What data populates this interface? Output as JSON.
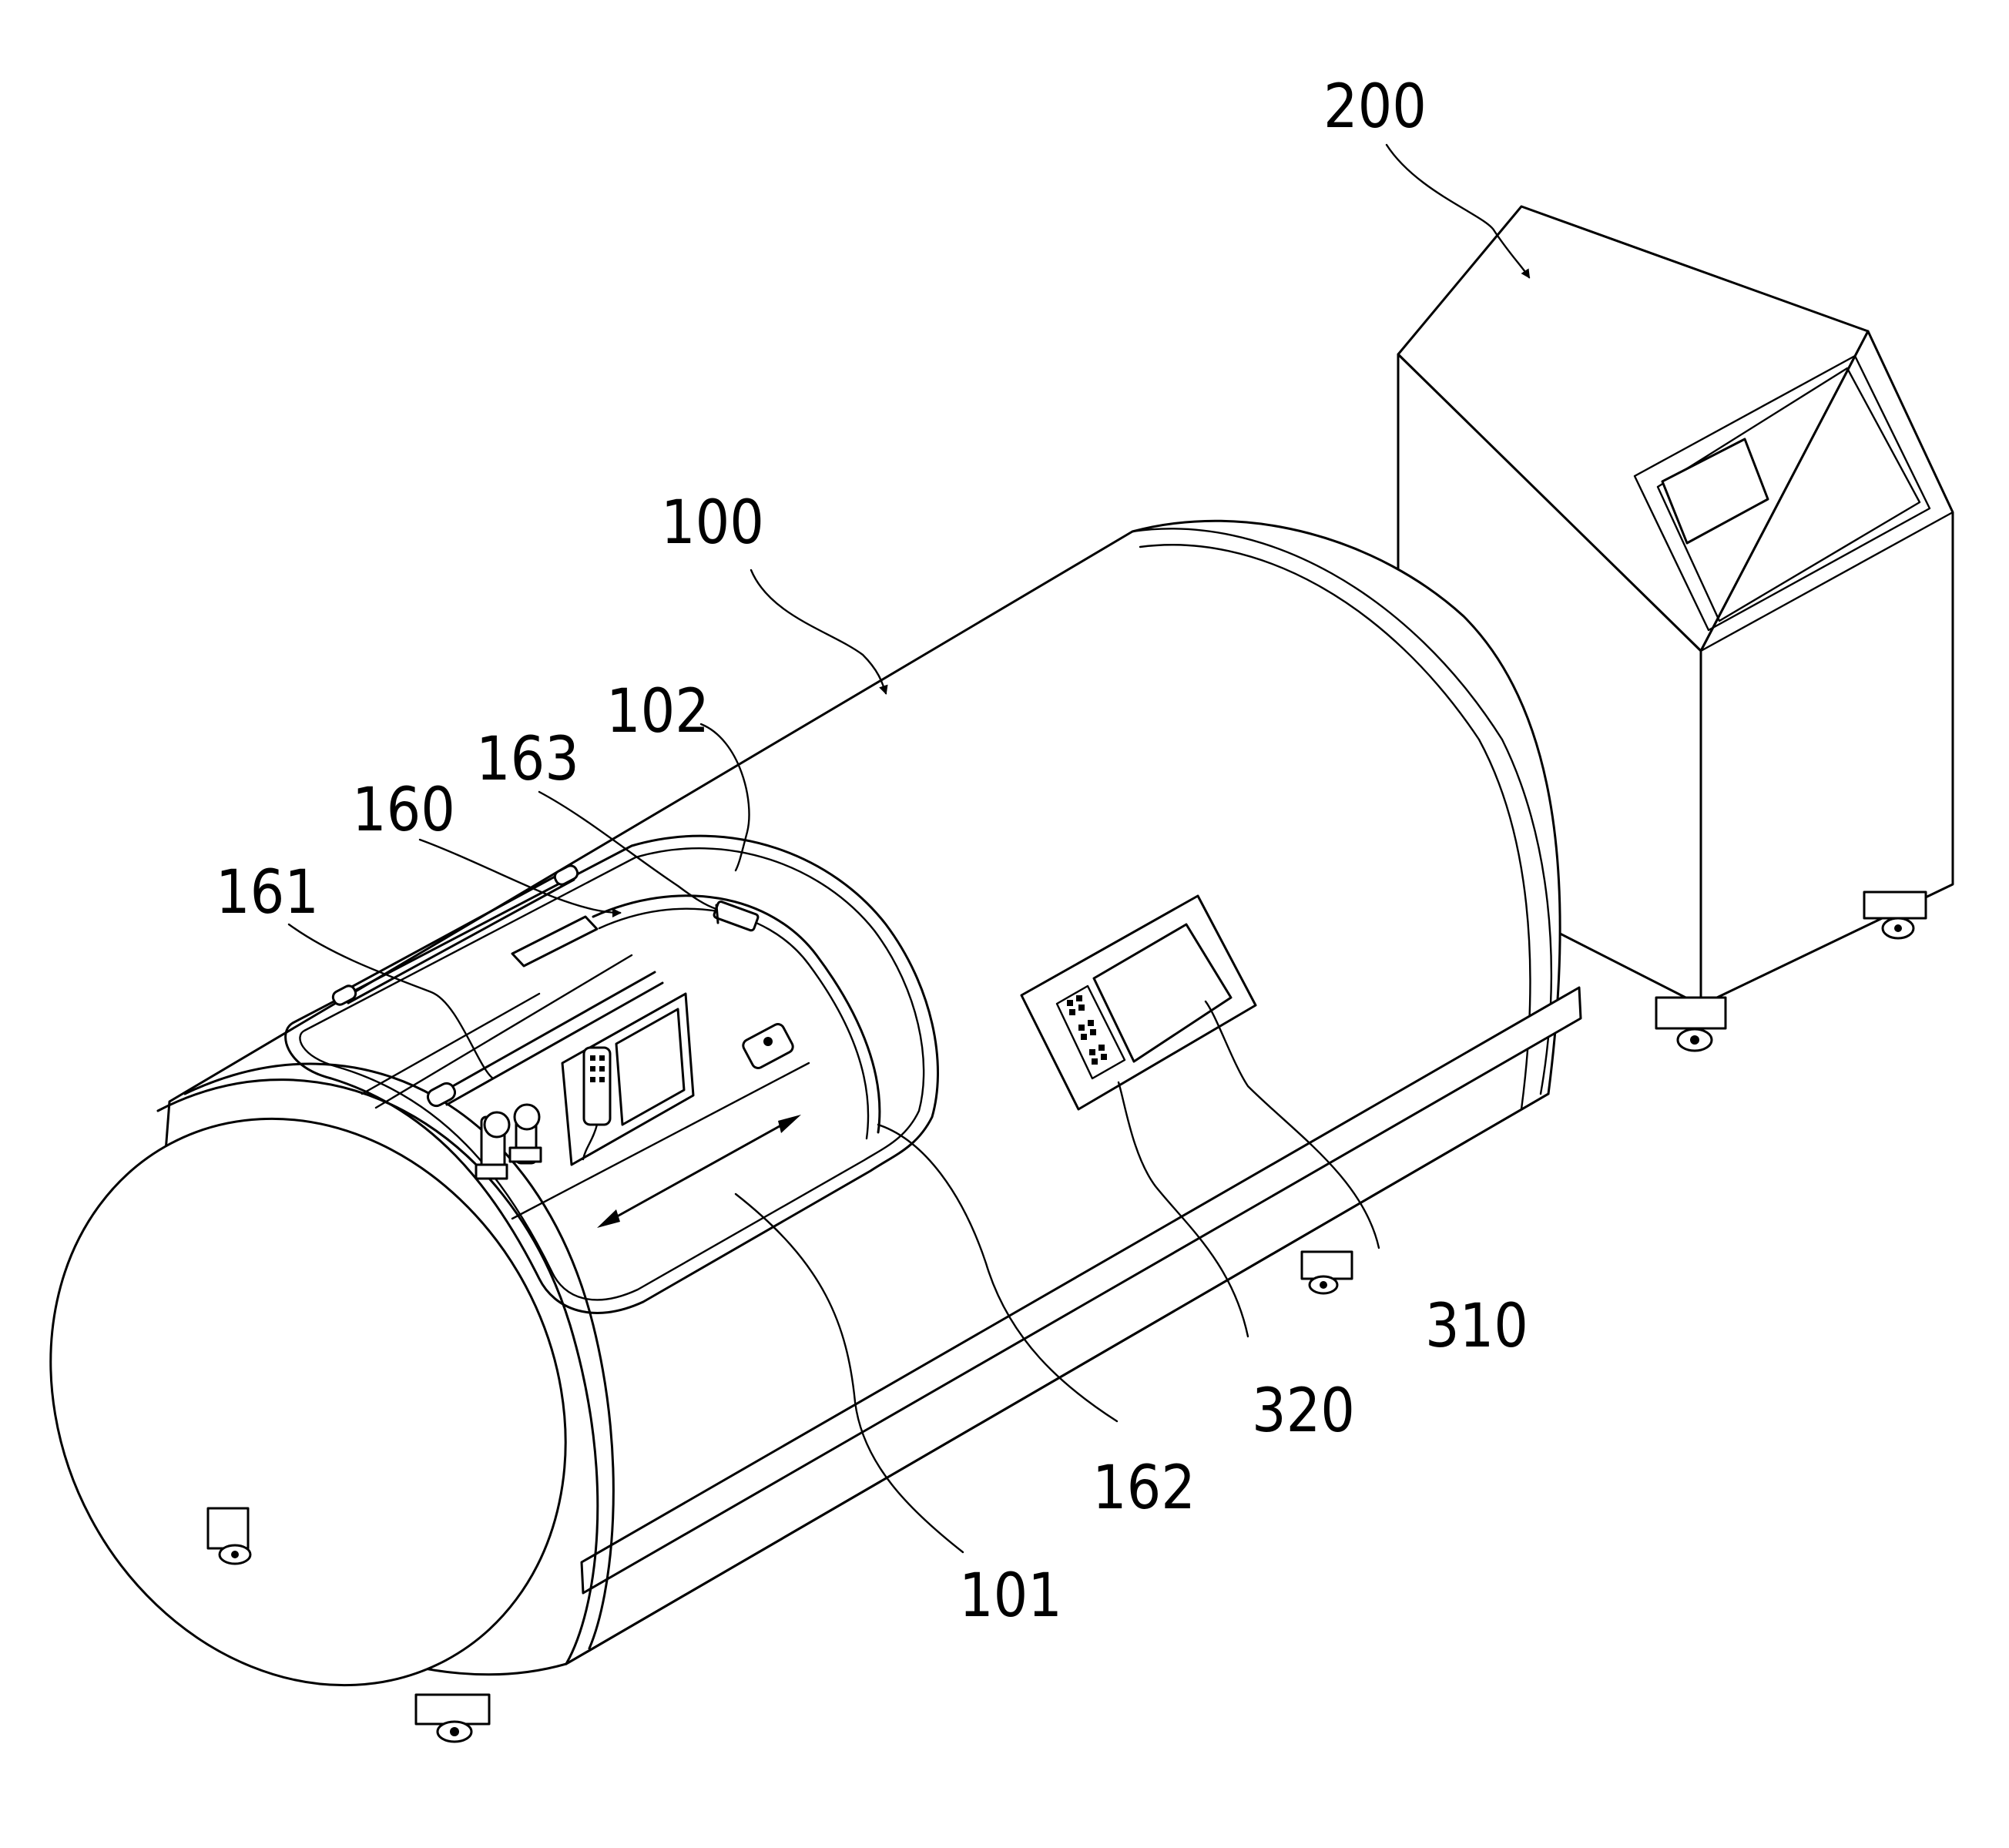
{
  "figure": {
    "labels": {
      "ref_200": "200",
      "ref_100": "100",
      "ref_102": "102",
      "ref_163": "163",
      "ref_160": "160",
      "ref_161": "161",
      "ref_310": "310",
      "ref_320": "320",
      "ref_162": "162",
      "ref_101": "101"
    }
  }
}
